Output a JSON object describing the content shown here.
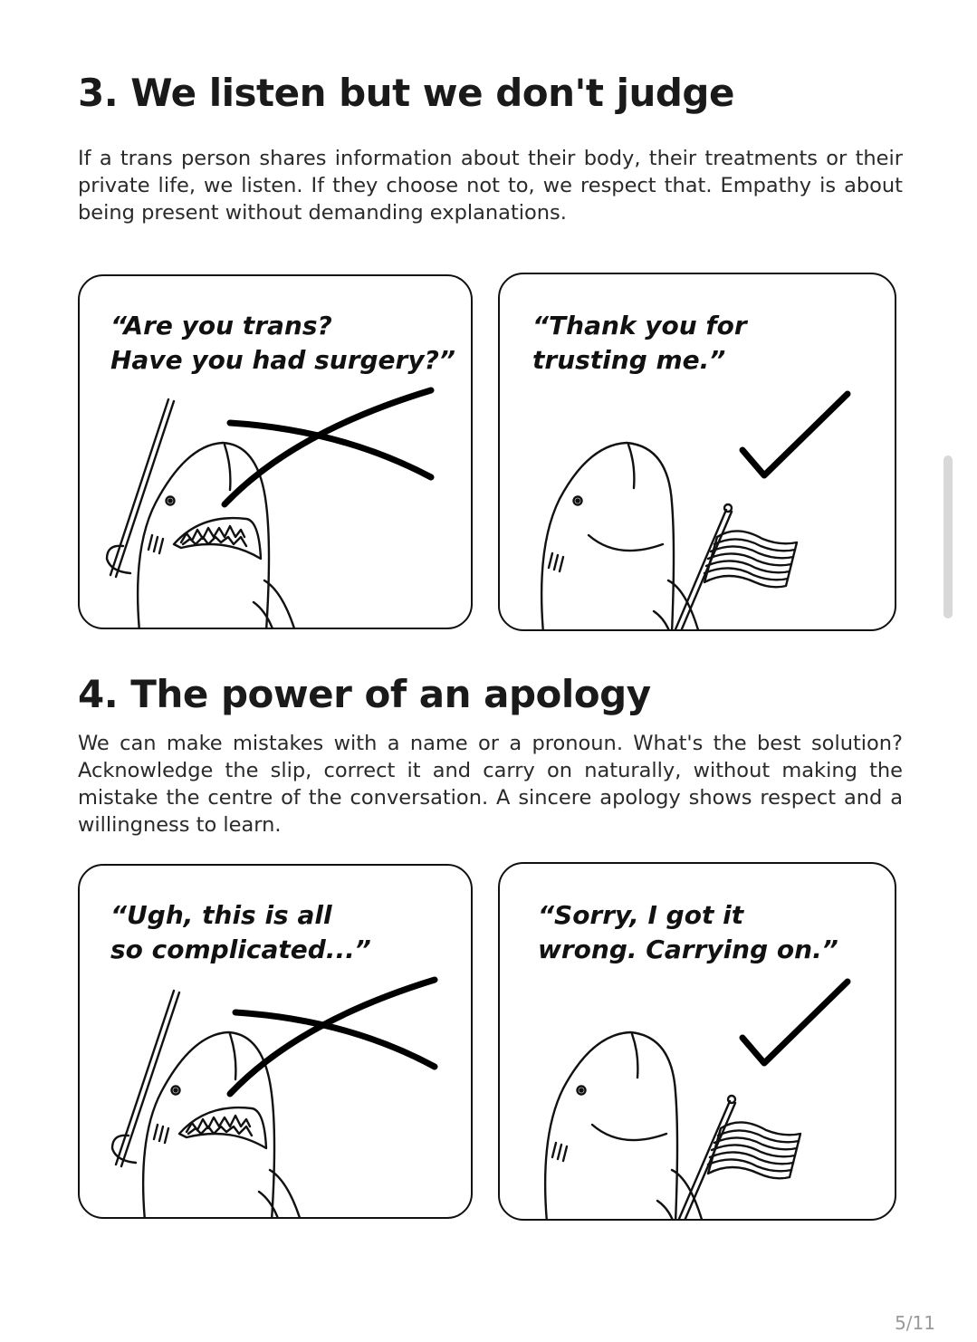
{
  "section3": {
    "heading": "3. We listen but we don't judge",
    "body": "If a trans person shares information about their body, their treatments or their private life, we listen. If they choose not to, we respect that. Empathy is about being present without demanding explanations."
  },
  "section4": {
    "heading": "4. The power of an apology",
    "body": "We can make mistakes with a name or a pronoun. What's the best solution? Acknowledge the slip, correct it and carry on naturally, without making the mistake the centre of the conversation. A sincere apology shows respect and a willingness to learn."
  },
  "panels": [
    {
      "quote": "“Are you trans?\nHave you had surgery?”",
      "mark": "cross-icon"
    },
    {
      "quote": "“Thank you for\ntrusting me.”",
      "mark": "check-icon"
    },
    {
      "quote": "“Ugh, this is all\nso complicated...”",
      "mark": "cross-icon"
    },
    {
      "quote": "“Sorry, I got it\nwrong. Carrying on.”",
      "mark": "check-icon"
    }
  ],
  "footer": {
    "page_indicator": "5/11"
  }
}
